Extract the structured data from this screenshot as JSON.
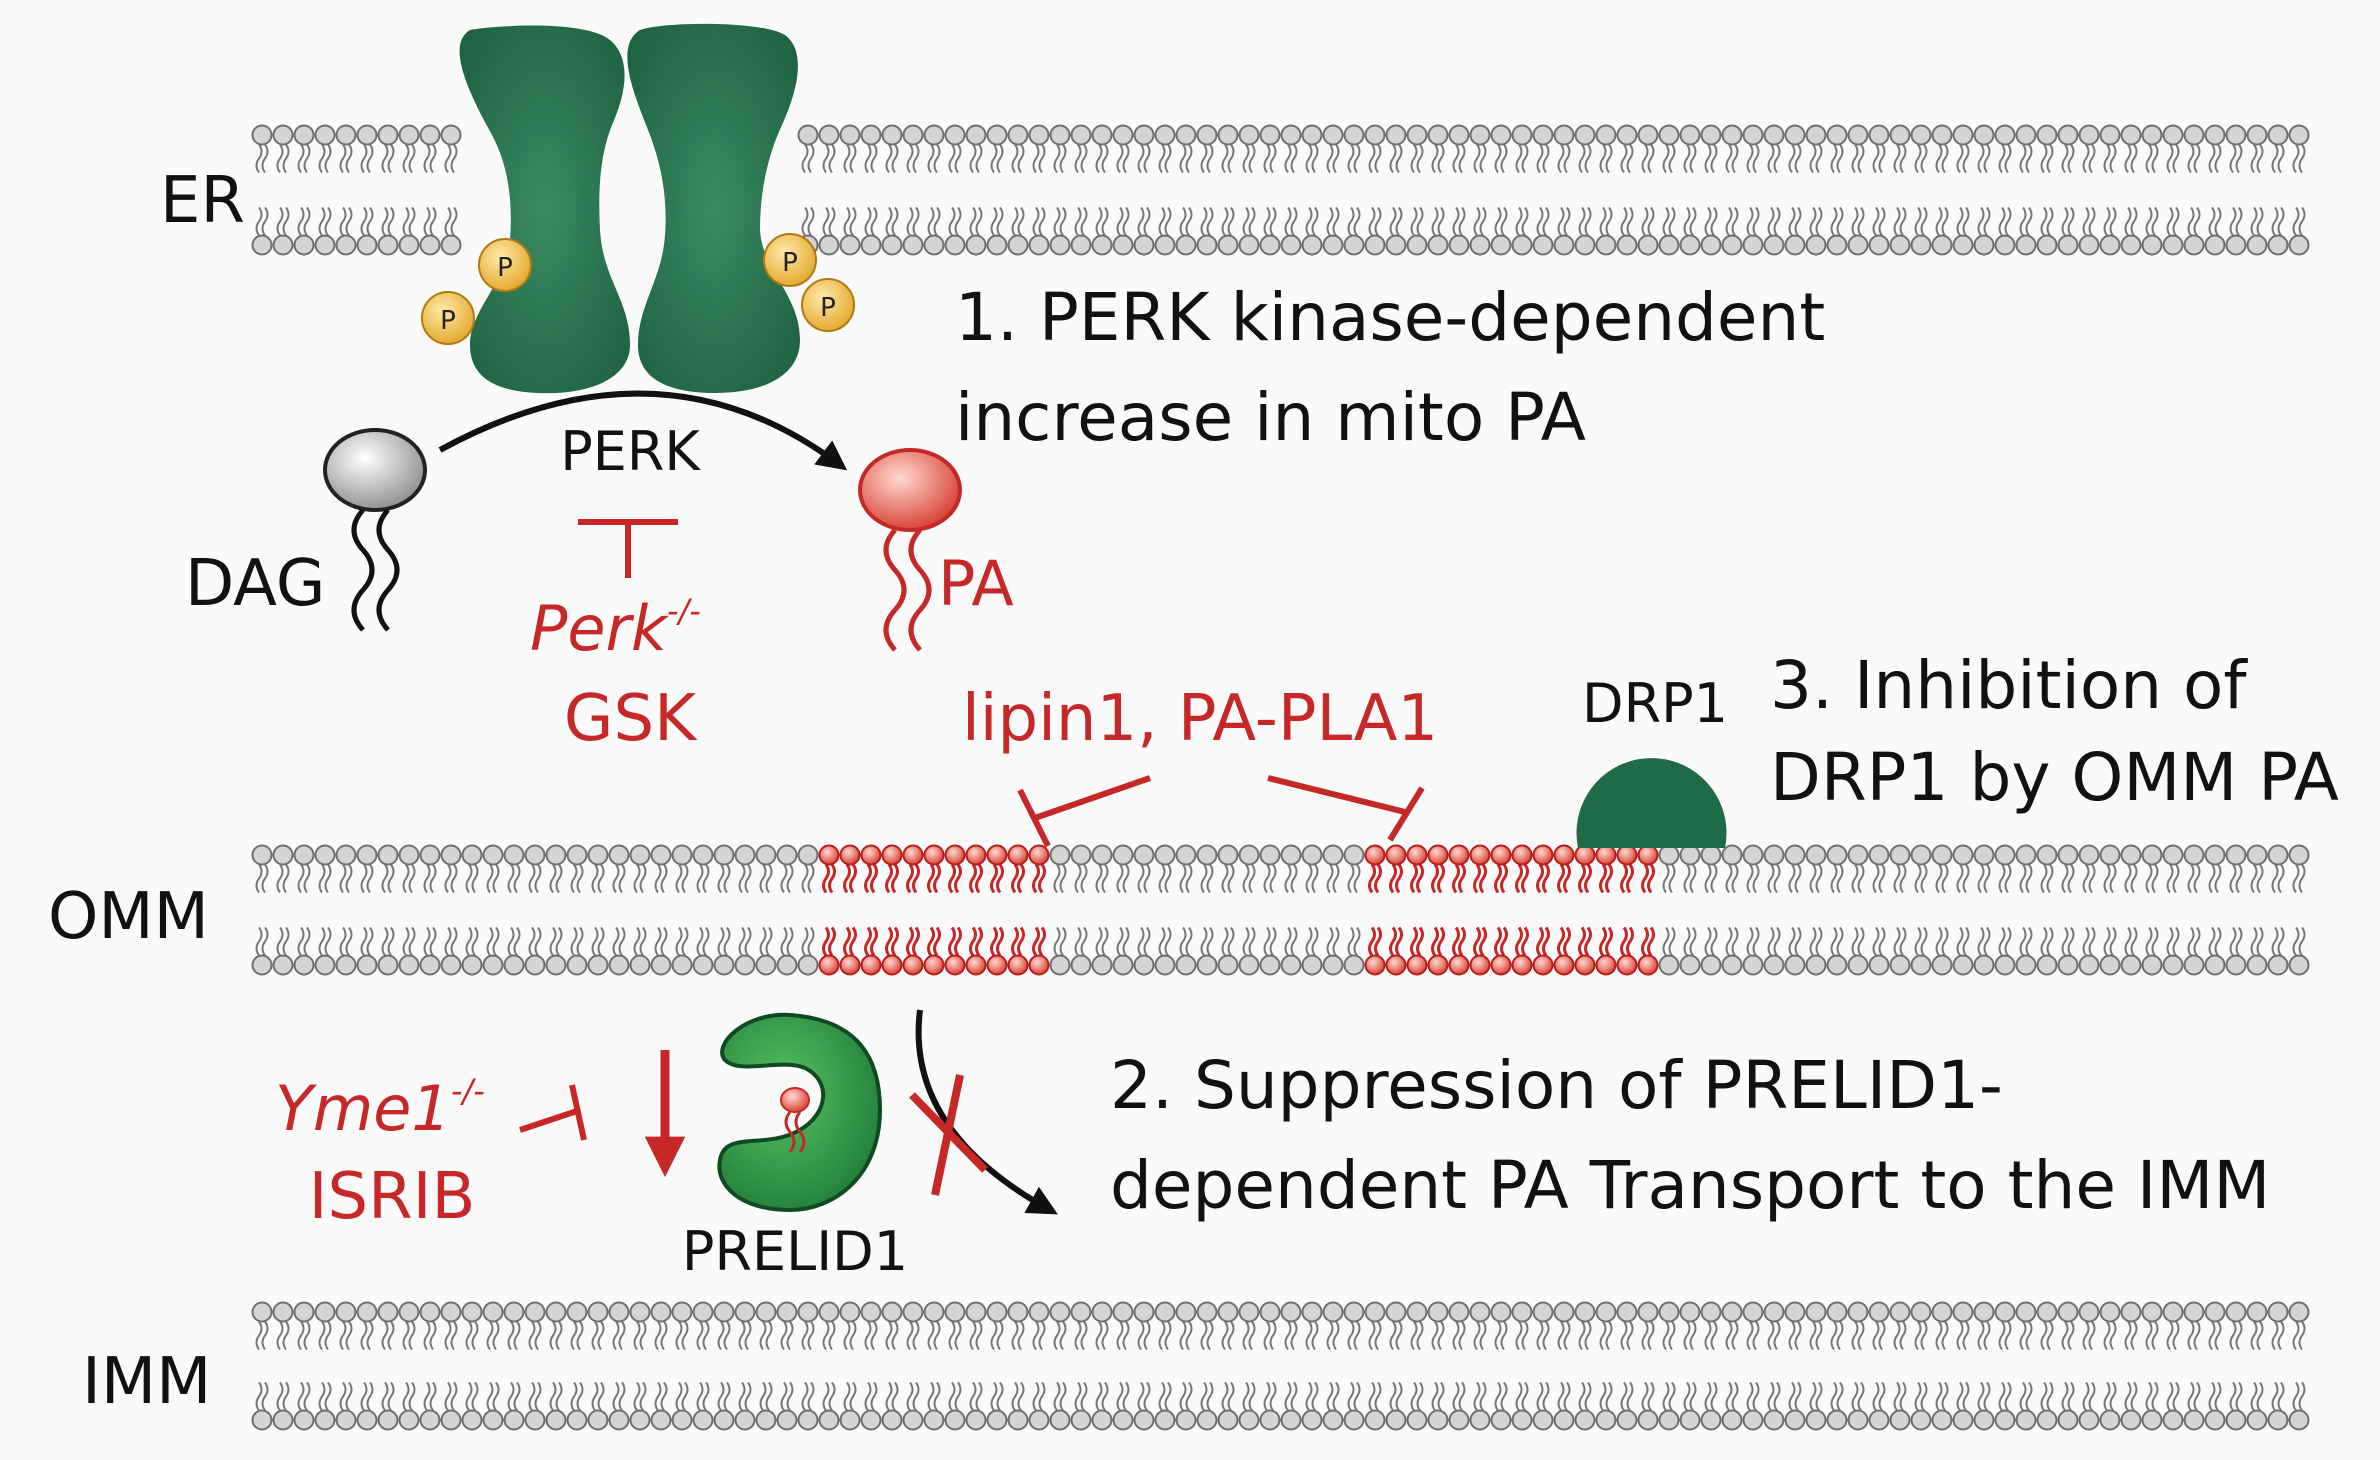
{
  "colors": {
    "red": "#c62828",
    "dark_green": "#1f6b45",
    "green": "#2e7d32",
    "phospho": "#f0b43a",
    "lipid_head": "#d0d0d0",
    "black": "#111111"
  },
  "membranes": {
    "er": "ER",
    "omm": "OMM",
    "imm": "IMM"
  },
  "proteins": {
    "perk": "PERK",
    "drp1": "DRP1",
    "prelid1": "PRELID1",
    "phospho_label": "P"
  },
  "lipids": {
    "dag": "DAG",
    "pa": "PA"
  },
  "inhibitors": {
    "perk_ko": "Perk",
    "perk_ko_sup": "-/-",
    "gsk": "GSK",
    "lipin_pla": "lipin1, PA-PLA1",
    "yme1_ko": "Yme1",
    "yme1_ko_sup": "-/-",
    "isrib": "ISRIB"
  },
  "steps": {
    "step1_line1": "1. PERK kinase-dependent",
    "step1_line2": "increase in mito PA",
    "step2_line1": "2. Suppression of PRELID1-",
    "step2_line2": "dependent PA Transport to the IMM",
    "step3_line1": "3. Inhibition of",
    "step3_line2": "DRP1 by OMM PA"
  }
}
